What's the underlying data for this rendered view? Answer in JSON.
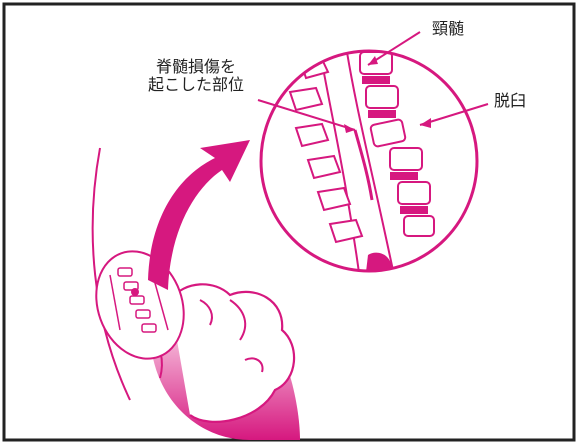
{
  "labels": {
    "cervical_cord": "頸髄",
    "injury_site_line1": "脊髄損傷を",
    "injury_site_line2": "起こした部位",
    "dislocation": "脱臼"
  },
  "colors": {
    "accent": "#d6187f",
    "frame": "#222222",
    "background": "#ffffff",
    "label_text": "#222222"
  }
}
